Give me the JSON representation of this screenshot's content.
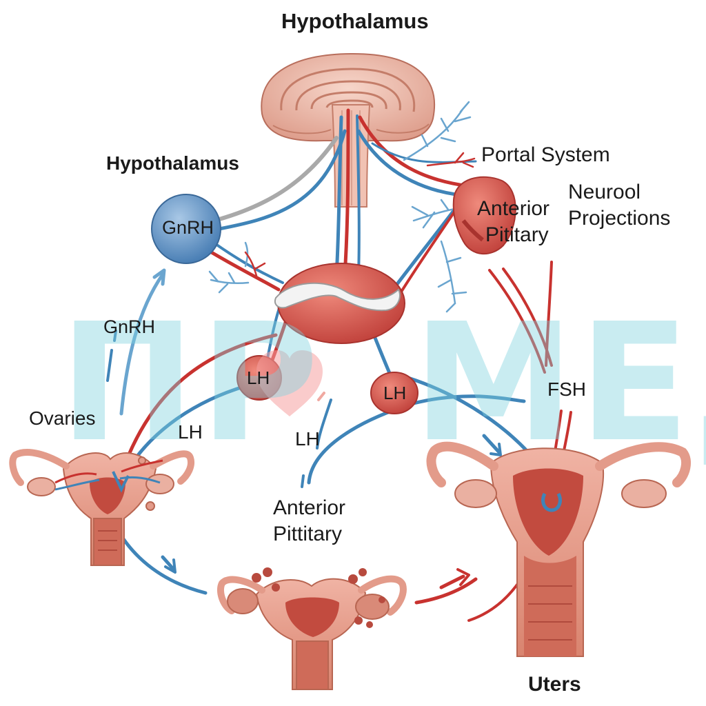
{
  "labels": {
    "title": "Hypothalamus",
    "hypothalamus_left": "Hypothalamus",
    "portal_system": "Portal System",
    "neural_projections": [
      "Neurool",
      "Projections"
    ],
    "anterior_pituitary_top": [
      "Anterior",
      "Pititary"
    ],
    "gnrh_node": "GnRH",
    "gnrh_arrow": "GnRH",
    "lh_left_node": "LH",
    "lh_right_node": "LH",
    "lh_left": "LH",
    "lh_center": "LH",
    "fsh": "FSH",
    "ovaries": "Ovaries",
    "anterior_pituitary_bottom": [
      "Anterior",
      "Pittitary"
    ],
    "uterus": "Uters"
  },
  "watermark": {
    "text_left": "ПР",
    "text_right": "МЕД"
  },
  "colors": {
    "artery": "#c8322f",
    "vein": "#3f84b8",
    "tissue": "#e7a293",
    "tissue_dark": "#b8443b",
    "brain": "#f0bfb0",
    "gnrh_node": "#6596c6",
    "watermark": "#7fd3e0"
  }
}
